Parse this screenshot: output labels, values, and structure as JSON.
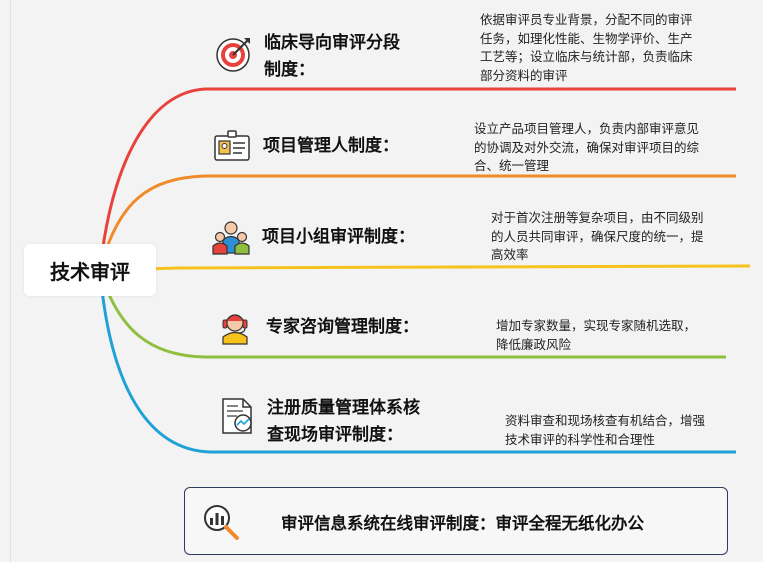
{
  "center": {
    "label": "技术审评"
  },
  "branches": [
    {
      "title_lines": [
        "临床导向审评分段",
        "制度："
      ],
      "desc_lines": [
        "依据审评员专业背景，分配不同的审评",
        "任务，如理化性能、生物学评价、生产",
        "工艺等；设立临床与统计部，负责临床",
        "部分资料的审评"
      ],
      "icon": "target-icon",
      "color": "#e8423c"
    },
    {
      "title_lines": [
        "项目管理人制度："
      ],
      "desc_lines": [
        "设立产品项目管理人，负责内部审评意见",
        "的协调及对外交流，确保对审评项目的综",
        "合、统一管理"
      ],
      "icon": "id-card-icon",
      "color": "#f08a2a"
    },
    {
      "title_lines": [
        "项目小组审评制度："
      ],
      "desc_lines": [
        "对于首次注册等复杂项目，由不同级别",
        "的人员共同审评，确保尺度的统一，提",
        "高效率"
      ],
      "icon": "team-icon",
      "color": "#f6c21c"
    },
    {
      "title_lines": [
        "专家咨询管理制度："
      ],
      "desc_lines": [
        "增加专家数量，实现专家随机选取，",
        "降低廉政风险"
      ],
      "icon": "expert-headset-icon",
      "color": "#8fbf3f"
    },
    {
      "title_lines": [
        "注册质量管理体系核",
        "查现场审评制度："
      ],
      "desc_lines": [
        "资料审查和现场核查有机结合，增强",
        "技术审评的科学性和合理性"
      ],
      "icon": "document-chart-icon",
      "color": "#1fa1d8"
    }
  ],
  "bottom": {
    "text": "审评信息系统在线审评制度：审评全程无纸化办公",
    "icon": "magnifier-chart-icon"
  }
}
